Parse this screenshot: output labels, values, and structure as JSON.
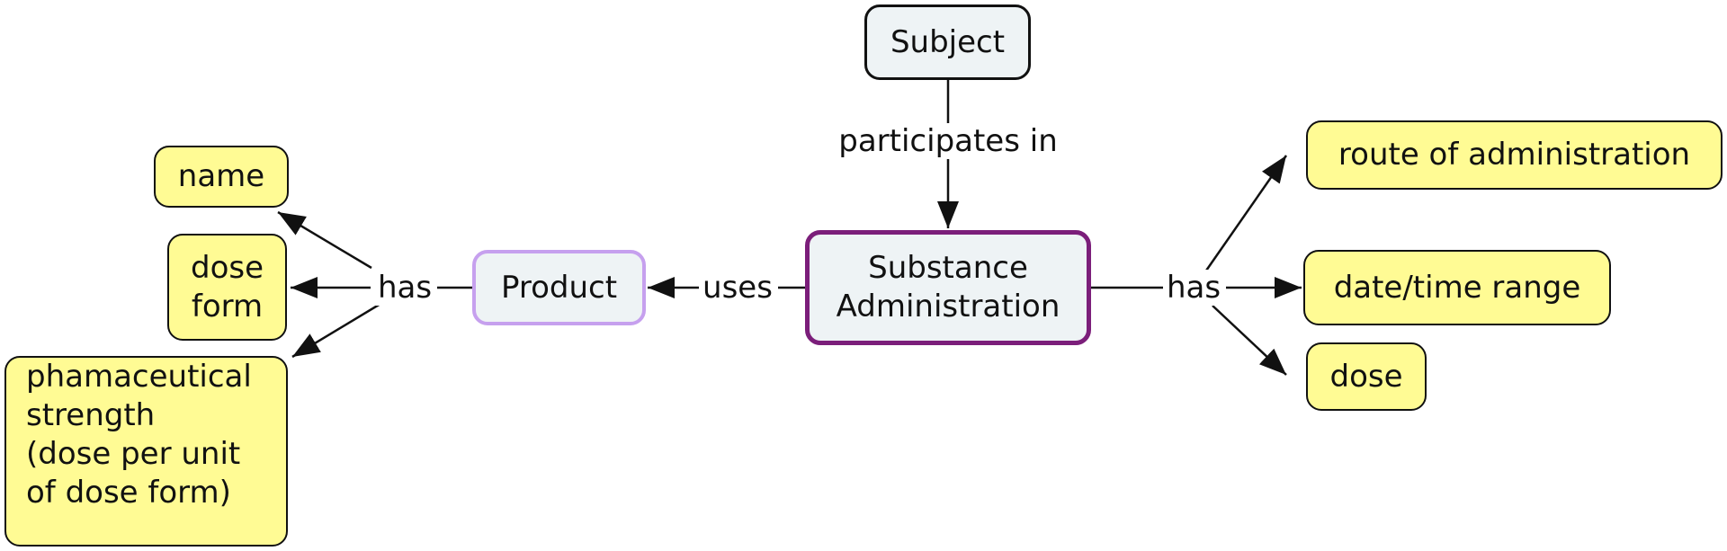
{
  "nodes": {
    "subject": "Subject",
    "substance_line1": "Substance",
    "substance_line2": "Administration",
    "product": "Product",
    "name": "name",
    "dose_form_line1": "dose",
    "dose_form_line2": "form",
    "strength_line1": "phamaceutical",
    "strength_line2": "strength",
    "strength_line3": "(dose per unit",
    "strength_line4": "of dose form)",
    "route": "route of administration",
    "datetime": "date/time range",
    "dose": "dose"
  },
  "links": {
    "participates": "participates in",
    "uses": "uses",
    "has_left": "has",
    "has_right": "has"
  },
  "colors": {
    "attribute_fill": "#fffb94",
    "concept_fill": "#eef3f5",
    "product_border": "#c6a0ee",
    "substance_border": "#7b1e7a"
  }
}
